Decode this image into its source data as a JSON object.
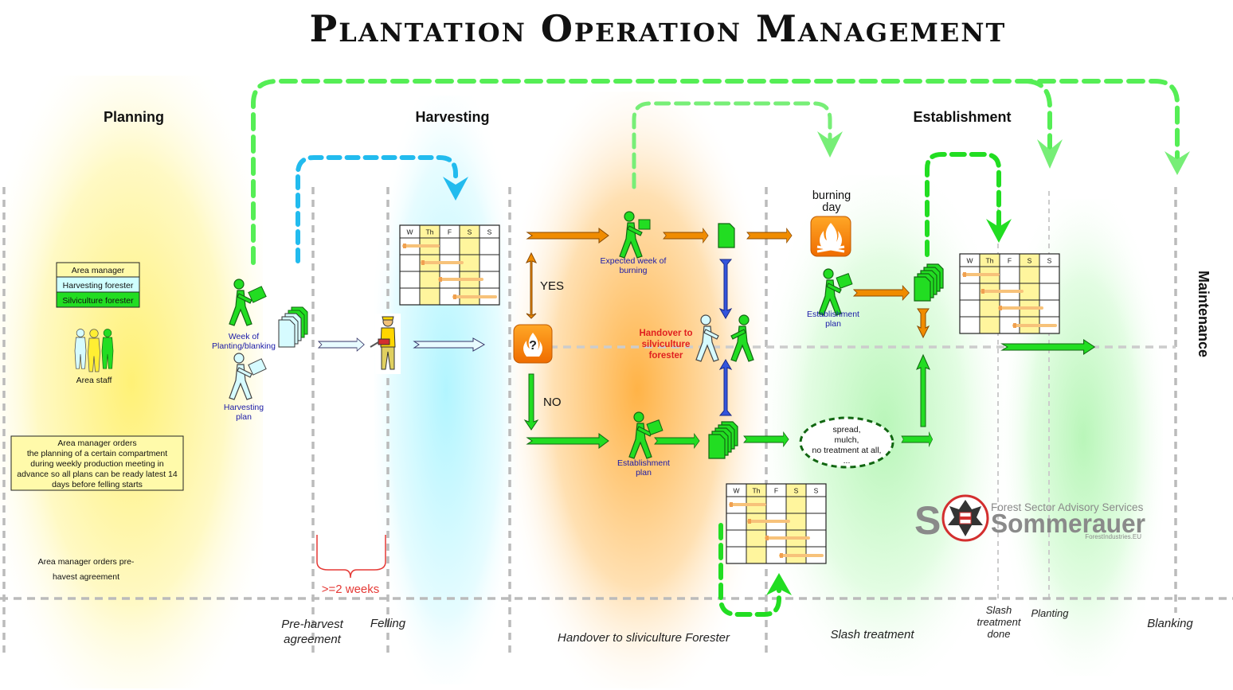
{
  "title": "Plantation Operation Management",
  "phases": {
    "planning": "Planning",
    "harvesting": "Harvesting",
    "establishment": "Establishment",
    "maintenance": "Maintenance"
  },
  "legend": {
    "area_manager": "Area manager",
    "harvesting_forester": "Harvesting forester",
    "silviculture_forester": "Silviculture forester",
    "area_staff": "Area staff"
  },
  "notes": {
    "area_manager_orders": "Area manager orders\nthe planning of a certain compartment\nduring weekly production meeting in\nadvance so all plans can be ready latest 14\ndays before felling starts",
    "pre_harvest_orders": "Area manager orders pre-\nhavest agreement",
    "two_weeks": ">=2 weeks"
  },
  "nodes": {
    "week_of_planting": "Week of\nPlanting/blanking",
    "harvesting_plan": "Harvesting\nplan",
    "expected_week_burning": "Expected week of\nburning",
    "establishment_plan_lower": "Establishment\nplan",
    "establishment_plan_upper": "Establishment\nplan",
    "handover": "Handover to\nsilviculture\nforester",
    "burning_day": "burning\nday",
    "yes": "YES",
    "no": "NO",
    "slash_options": "spread,\nmulch,\nno treatment at all,\n..."
  },
  "calendar_headers": [
    "W",
    "Th",
    "F",
    "S",
    "S"
  ],
  "milestones": {
    "pre_harvest": "Pre-harvest\nagreement",
    "felling": "Felling",
    "handover": "Handover to sliviculture Forester",
    "slash_treatment": "Slash treatment",
    "slash_done": "Slash\ntreatment\ndone",
    "planting": "Planting",
    "blanking": "Blanking"
  },
  "logo": {
    "tagline": "Forest Sector Advisory Services",
    "name": "Sommerauer",
    "url": "ForestIndustries.EU"
  },
  "colors": {
    "green": "#22dd22",
    "dark_green": "#116611",
    "orange": "#f08c00",
    "cyan": "#22bbee",
    "gray_line": "#bbbbbb",
    "area_manager_fill": "#fffaaa",
    "harvesting_fill": "#cfffff",
    "silviculture_fill": "#22dd22"
  }
}
